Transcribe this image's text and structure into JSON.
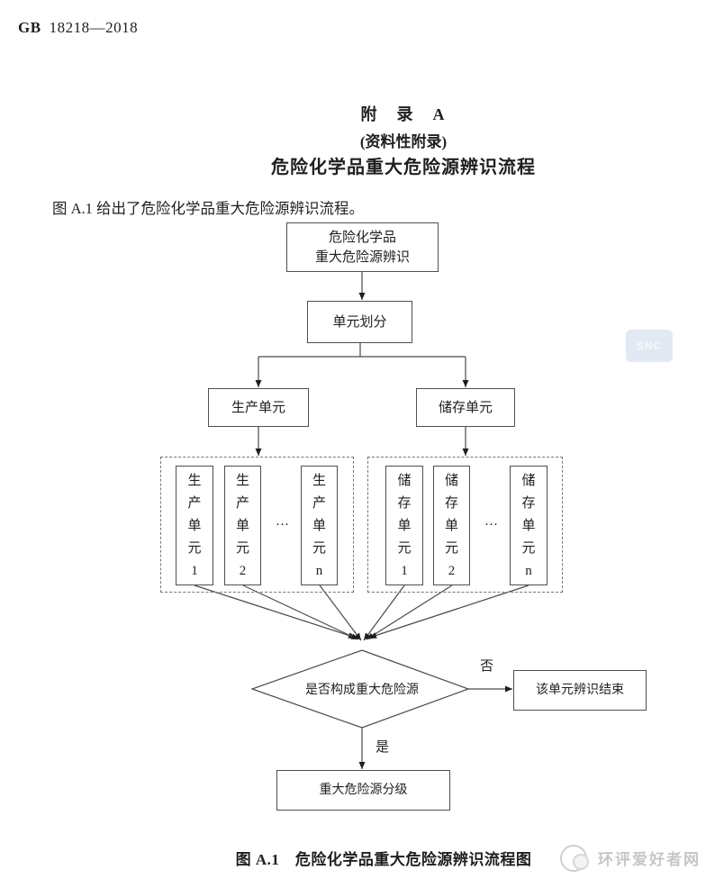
{
  "page": {
    "header_code": "GB",
    "header_number": "18218—2018",
    "appendix_title": "附　录　A",
    "appendix_subtitle": "(资料性附录)",
    "appendix_heading": "危险化学品重大危险源辨识流程",
    "intro": "图 A.1 给出了危险化学品重大危险源辨识流程。",
    "caption": "图 A.1　危险化学品重大危险源辨识流程图"
  },
  "flowchart": {
    "start_line1": "危险化学品",
    "start_line2": "重大危险源辨识",
    "unit_division": "单元划分",
    "production_unit": "生产单元",
    "storage_unit": "储存单元",
    "production_units": [
      "生产单元1",
      "生产单元2",
      "生产单元n"
    ],
    "storage_units": [
      "储存单元1",
      "储存单元2",
      "储存单元n"
    ],
    "ellipsis": "…",
    "decision": "是否构成重大危险源",
    "no_label": "否",
    "yes_label": "是",
    "end_box": "该单元辨识结束",
    "classification_box": "重大危险源分级"
  },
  "watermarks": {
    "badge_text": "SNC",
    "site_name": "环评爱好者网"
  },
  "colors": {
    "line": "#4a4a4a",
    "arrow": "#1e1e1e",
    "text": "#1f1f1f"
  }
}
